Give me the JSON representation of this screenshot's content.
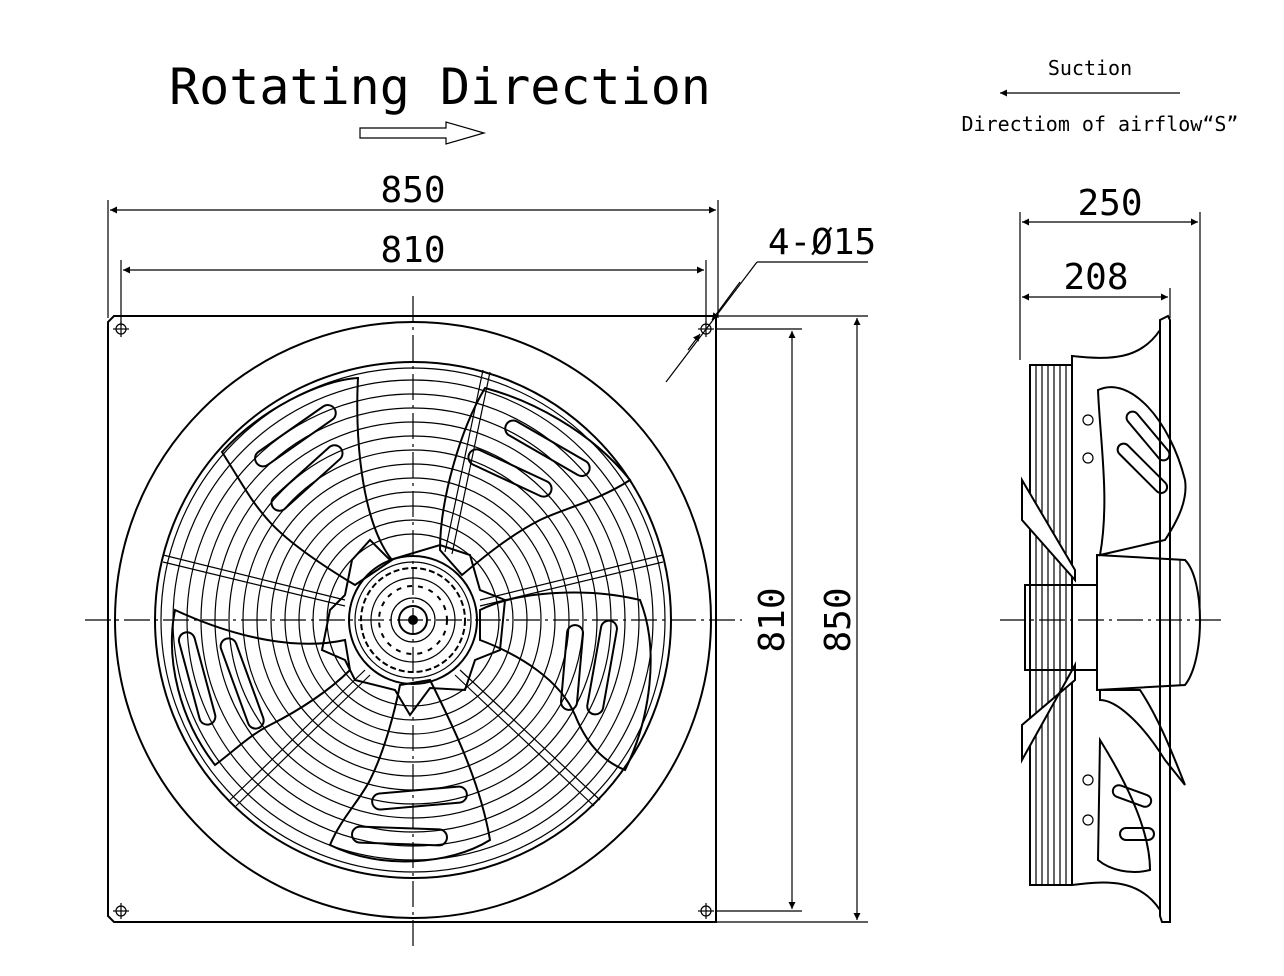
{
  "title": "Rotating Direction",
  "airflow": {
    "suction_label": "Suction",
    "direction_label": "Directiom of airflow“S”"
  },
  "front_view": {
    "width_outer": "850",
    "width_holes": "810",
    "holes": "4-Ø15",
    "height_holes": "810",
    "height_outer": "850"
  },
  "side_view": {
    "depth_total": "250",
    "depth_body": "208"
  }
}
